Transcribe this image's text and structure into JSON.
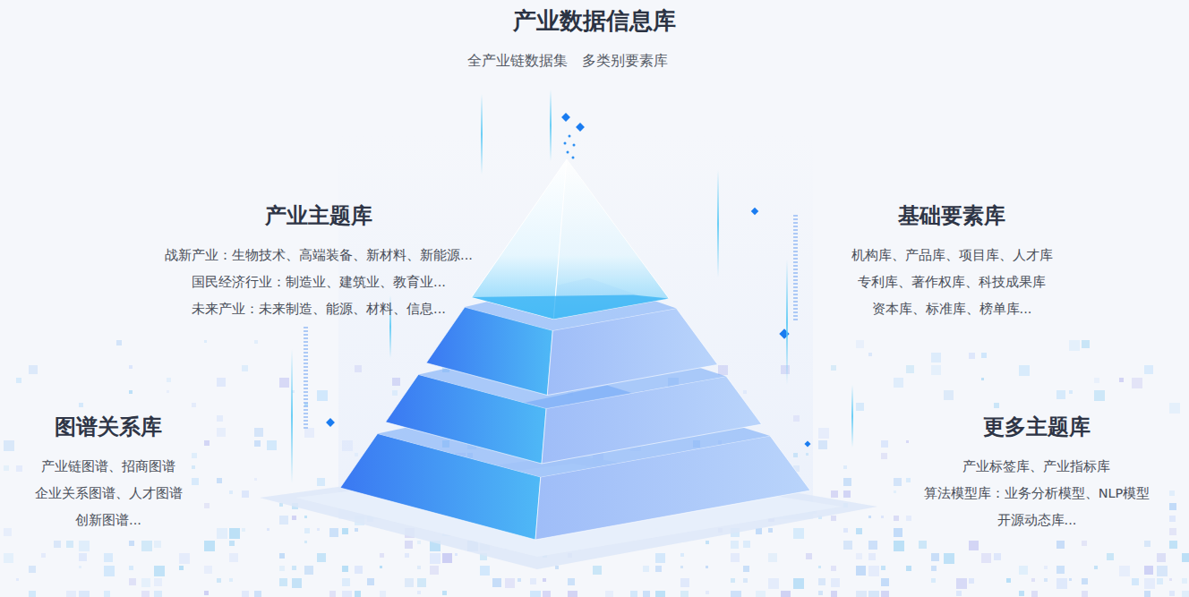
{
  "diagram": {
    "title": "产业数据信息库",
    "nodes": [
      {
        "text": [
          "产业主题库",
          "战新产业：生物技术、高端装备、新材料、新能源...",
          "国民经济行业：制造业、建筑业、教育业...",
          "未来产业：未来制造、能源、材料、信息..."
        ]
      },
      {
        "text": [
          "基础要素库",
          "机构库、产品库、项目库、人才库",
          "专利库、著作权库、科技成果库",
          "资本库、标准库、榜单库..."
        ]
      },
      {
        "text": [
          "图谱关系库",
          "产业链图谱、招商图谱",
          "企业关系图谱、人才图谱",
          "创新图谱..."
        ]
      },
      {
        "text": [
          "更多主题库",
          "产业标签库、产业指标库",
          "算法模型库：业务分析模型、NLP模型",
          "开源动态库..."
        ]
      }
    ],
    "labels": [
      "全产业链数据集",
      "多类别要素库"
    ]
  }
}
